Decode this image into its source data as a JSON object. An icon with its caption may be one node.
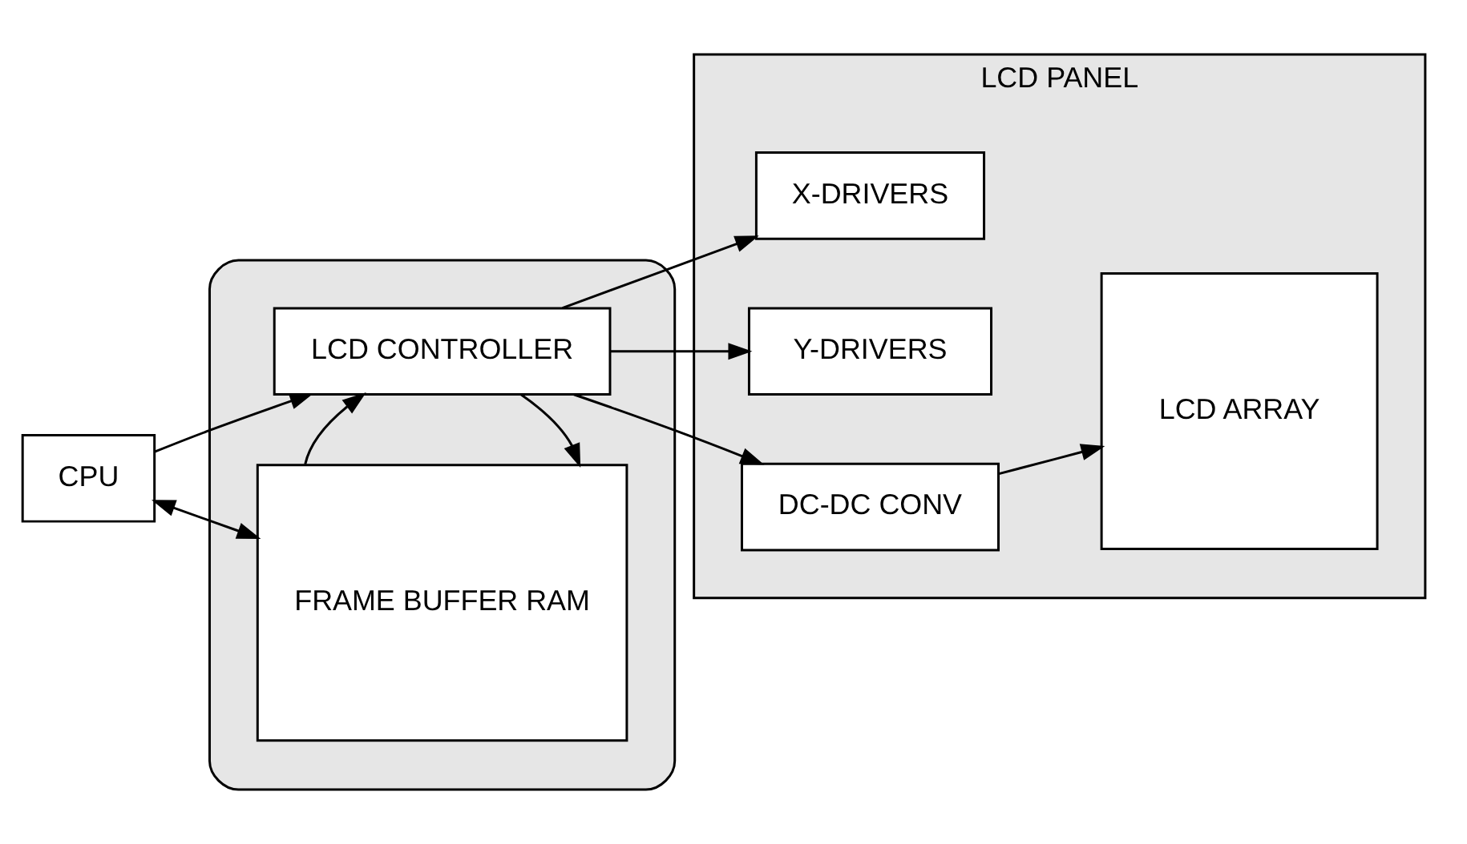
{
  "diagram": {
    "nodes": [
      {
        "text": [
          "CPU"
        ]
      },
      {
        "text": [],
        "shape": "box"
      },
      {
        "text": [
          "LCD CONTROLLER"
        ],
        "in": 1
      },
      {
        "text": [
          "FRAME BUFFER RAM"
        ],
        "in": 1
      },
      {
        "text": [
          "LCD PANEL"
        ]
      },
      {
        "text": [
          "X-DRIVERS"
        ],
        "in": 4
      },
      {
        "text": [
          "Y-DRIVERS"
        ],
        "in": 4
      },
      {
        "text": [
          "LCD ARRAY"
        ],
        "in": 4
      },
      {
        "text": [
          "DC-DC CONV"
        ],
        "in": 4
      }
    ],
    "edges": [
      {
        "from": 0,
        "to": 2,
        "arrow": "to"
      },
      {
        "from": 0,
        "to": 3,
        "arrow": "both"
      },
      {
        "from": 2,
        "to": 3,
        "arrow": "to"
      },
      {
        "from": 3,
        "to": 2,
        "arrow": "to"
      },
      {
        "from": 2,
        "to": 5,
        "arrow": "to"
      },
      {
        "from": 2,
        "to": 6,
        "arrow": "to"
      },
      {
        "from": 2,
        "to": 8,
        "arrow": "to"
      },
      {
        "from": 8,
        "to": 7,
        "arrow": "to"
      }
    ]
  }
}
